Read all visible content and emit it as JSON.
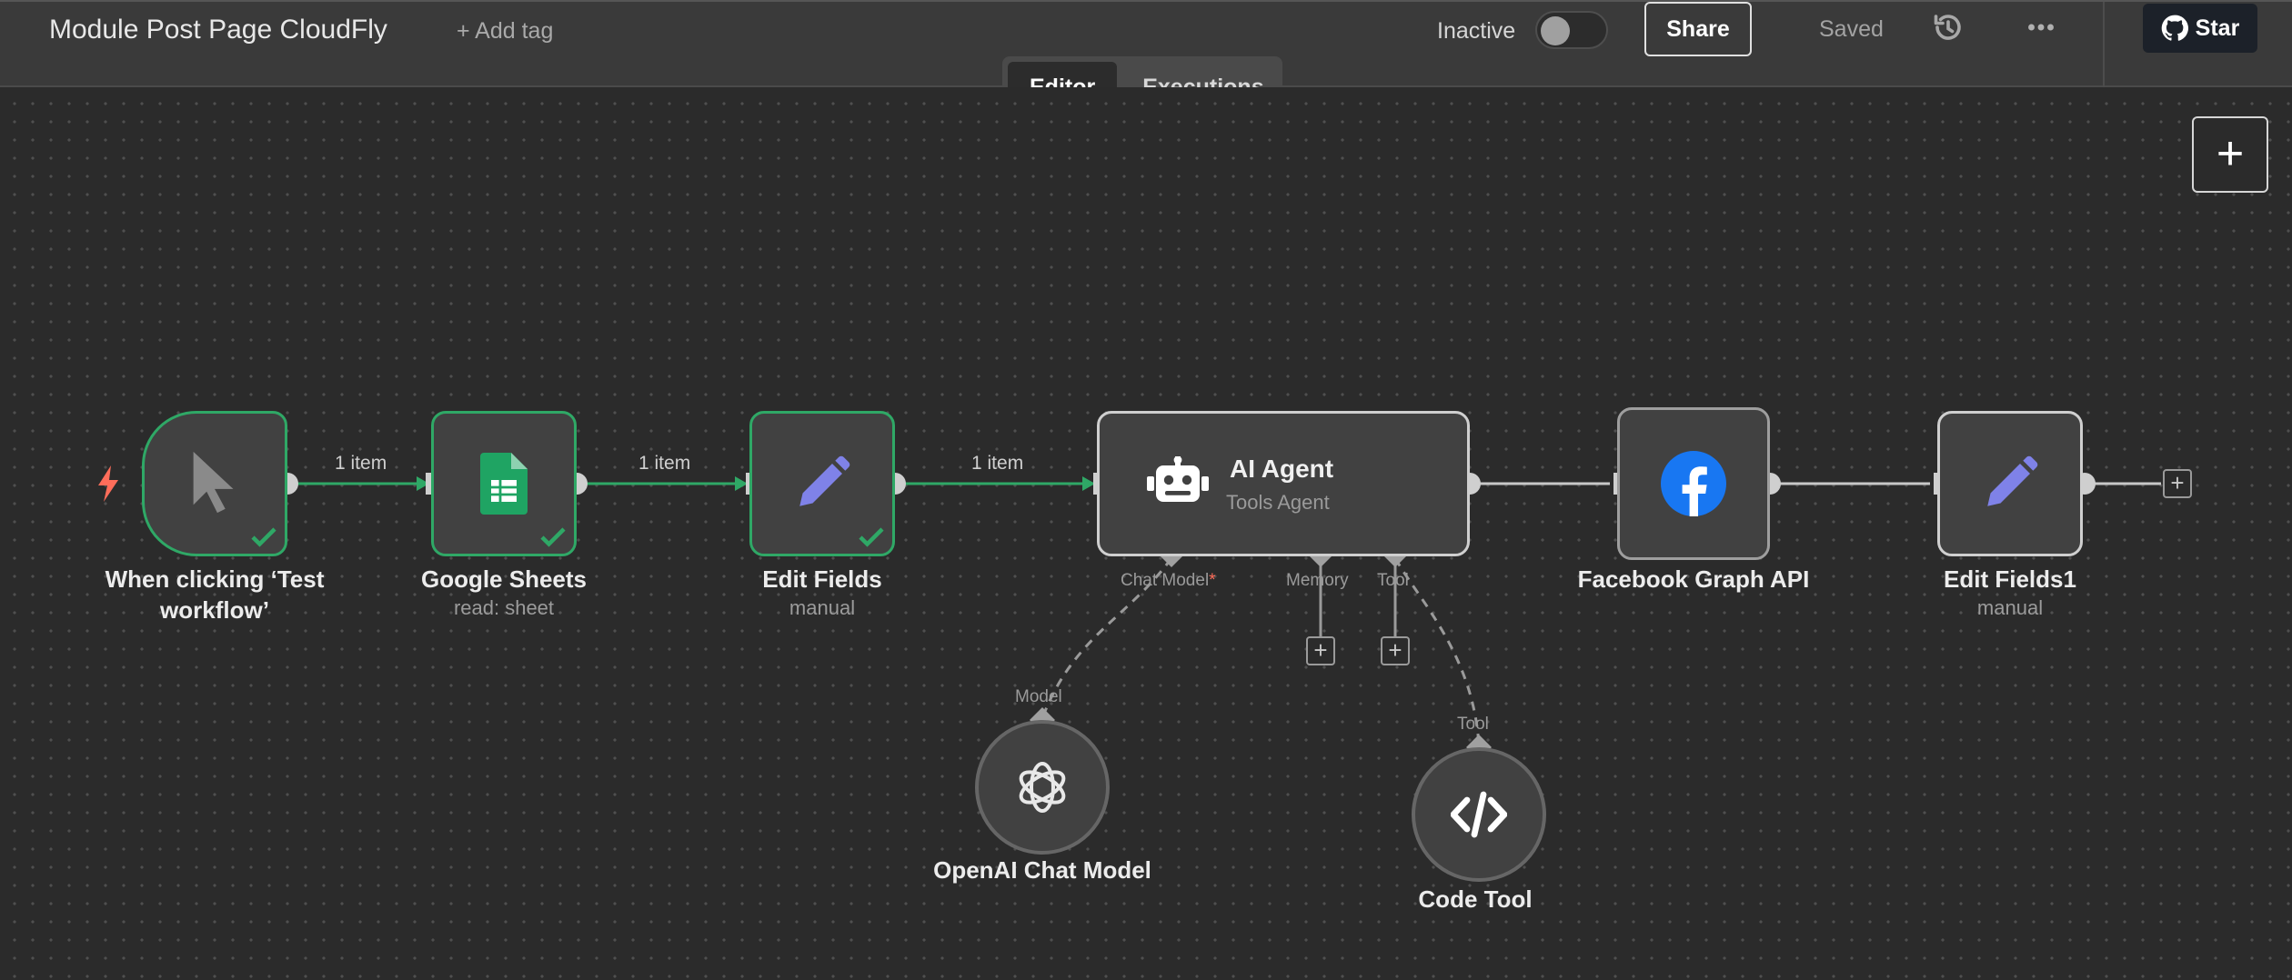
{
  "header": {
    "title": "Module Post Page CloudFly",
    "add_tag": "+ Add tag",
    "status_label": "Inactive",
    "share": "Share",
    "saved": "Saved",
    "star": "Star"
  },
  "tabs": [
    {
      "label": "Editor",
      "active": true
    },
    {
      "label": "Executions",
      "active": false
    }
  ],
  "canvas": {
    "zoom_in": "+"
  },
  "connections": {
    "c1": "1 item",
    "c2": "1 item",
    "c3": "1 item"
  },
  "nodes": {
    "trigger": {
      "label": "When clicking ‘Test workflow’"
    },
    "sheets": {
      "label": "Google Sheets",
      "subtitle": "read: sheet"
    },
    "edit": {
      "label": "Edit Fields",
      "subtitle": "manual"
    },
    "agent": {
      "title": "AI Agent",
      "subtitle": "Tools Agent"
    },
    "facebook": {
      "label": "Facebook Graph API"
    },
    "edit1": {
      "label": "Edit Fields1",
      "subtitle": "manual"
    },
    "openai": {
      "label": "OpenAI Chat Model",
      "port": "Model"
    },
    "code": {
      "label": "Code Tool",
      "port": "Tool"
    }
  },
  "agent_ports": {
    "chat_model": "Chat Model",
    "required_mark": "*",
    "memory": "Memory",
    "tool": "Tool"
  },
  "colors": {
    "success": "#2fa866",
    "trigger_bolt": "#ff6d5a",
    "sheets_green": "#1fa463",
    "edit_purple": "#7f82e8",
    "facebook_blue": "#1877f2"
  }
}
